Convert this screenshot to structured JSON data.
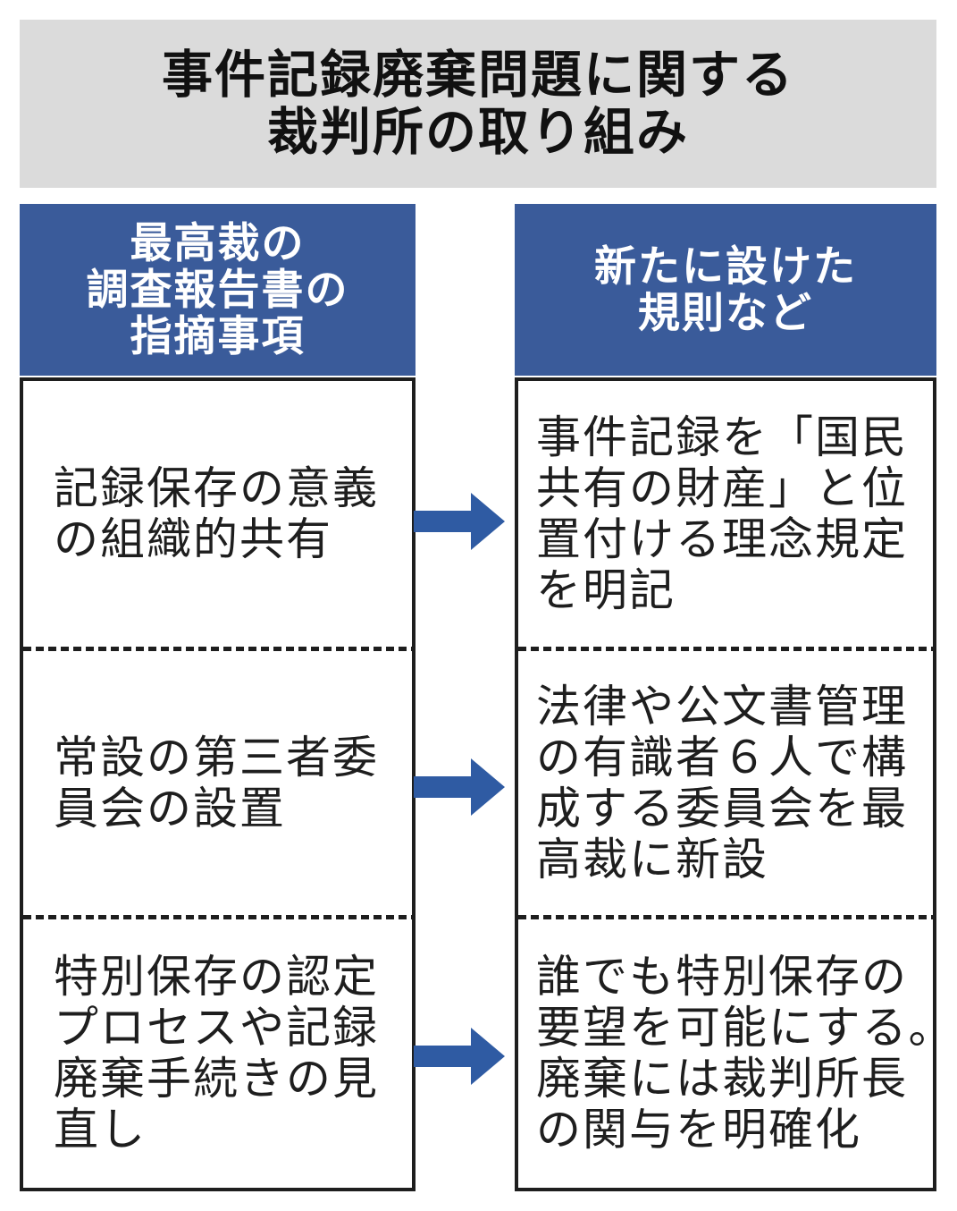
{
  "title": "事件記録廃棄問題に関する\n裁判所の取り組み",
  "columns": {
    "left": {
      "header": "最高裁の\n調査報告書の\n指摘事項",
      "rows": [
        "記録保存の意義\nの組織的共有",
        "常設の第三者委\n員会の設置",
        "特別保存の認定\nプロセスや記録\n廃棄手続きの見\n直し"
      ]
    },
    "right": {
      "header": "新たに設けた\n規則など",
      "rows": [
        "事件記録を「国民\n共有の財産」と位\n置付ける理念規定\nを明記",
        "法律や公文書管理\nの有識者６人で構\n成する委員会を最\n高裁に新設",
        "誰でも特別保存の\n要望を可能にする。\n廃棄には裁判所長\nの関与を明確化"
      ]
    }
  },
  "colors": {
    "banner_gray": "#DBDBDB",
    "header_blue": "#3A5B9A",
    "arrow_blue": "#2F5BA3",
    "ink": "#1E1E1E"
  }
}
